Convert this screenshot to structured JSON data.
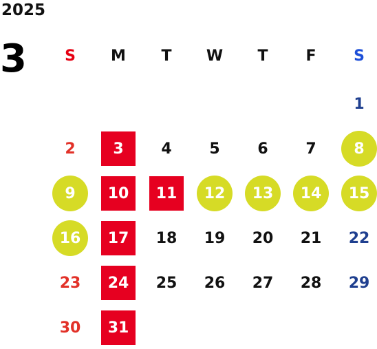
{
  "year": "2025",
  "month": "3",
  "weekdays": [
    "S",
    "M",
    "T",
    "W",
    "T",
    "F",
    "S"
  ],
  "weeks": [
    [
      null,
      null,
      null,
      null,
      null,
      null,
      "1"
    ],
    [
      "2",
      "3",
      "4",
      "5",
      "6",
      "7",
      "8"
    ],
    [
      "9",
      "10",
      "11",
      "12",
      "13",
      "14",
      "15"
    ],
    [
      "16",
      "17",
      "18",
      "19",
      "20",
      "21",
      "22"
    ],
    [
      "23",
      "24",
      "25",
      "26",
      "27",
      "28",
      "29"
    ],
    [
      "30",
      "31",
      null,
      null,
      null,
      null,
      null
    ]
  ],
  "highlights": {
    "red_box": [
      "3",
      "10",
      "11",
      "17",
      "24",
      "31"
    ],
    "green_circle": [
      "8",
      "9",
      "12",
      "13",
      "14",
      "15",
      "16"
    ]
  },
  "colors": {
    "sunday_text": "#e23128",
    "saturday_text": "#1f3f8f",
    "red_box": "#e60020",
    "green_circle": "#d6db26"
  }
}
